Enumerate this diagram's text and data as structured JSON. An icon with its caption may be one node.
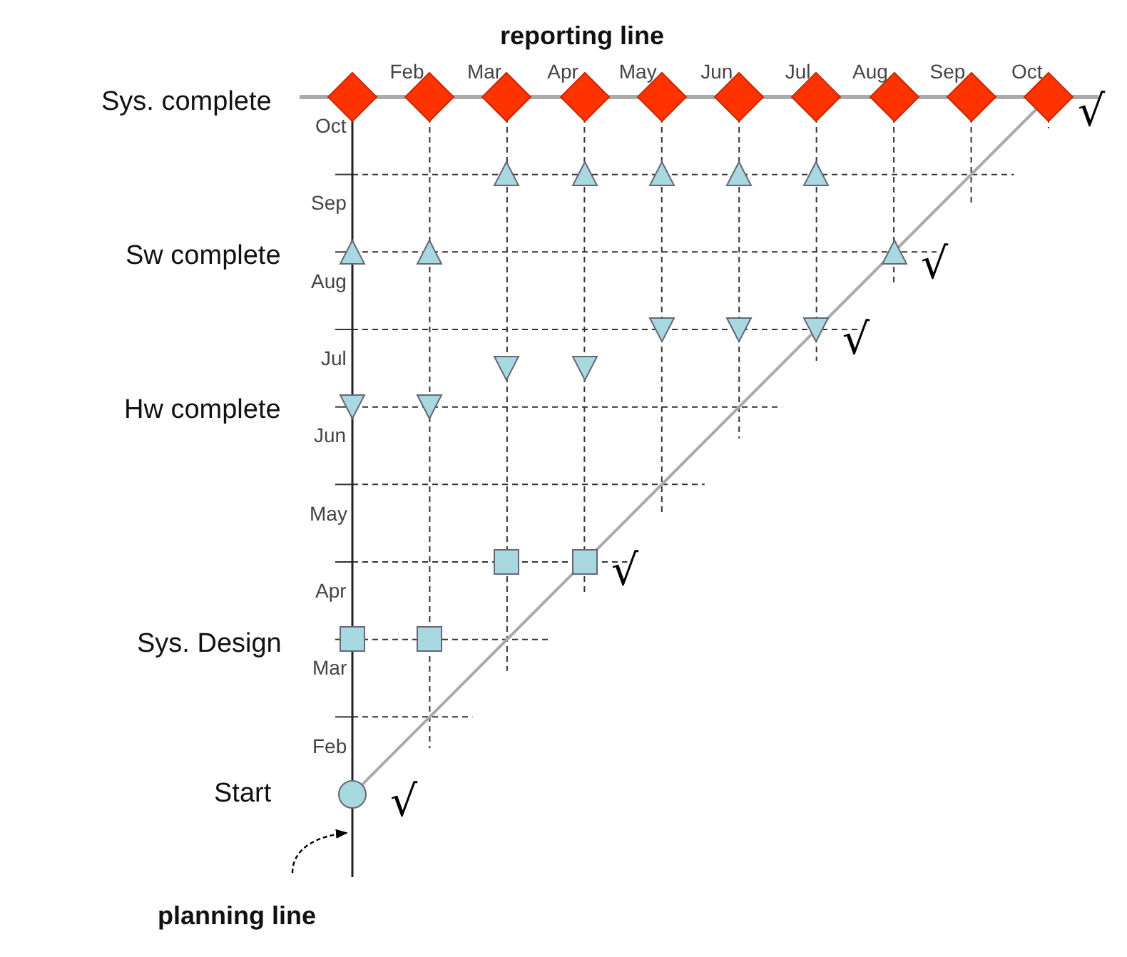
{
  "diagram": {
    "nodes": [
      {
        "text": [],
        "shape": "diamond"
      },
      {
        "text": [],
        "shape": "diamond"
      },
      {
        "text": [],
        "shape": "diamond"
      },
      {
        "text": [],
        "shape": "diamond"
      },
      {
        "text": [],
        "shape": "diamond"
      },
      {
        "text": [],
        "shape": "diamond"
      },
      {
        "text": [],
        "shape": "diamond"
      },
      {
        "text": [],
        "shape": "diamond"
      },
      {
        "text": [],
        "shape": "diamond"
      },
      {
        "text": [],
        "shape": "diamond"
      },
      {
        "text": [],
        "shape": "triangle"
      },
      {
        "text": [],
        "shape": "triangle"
      },
      {
        "text": [],
        "shape": "triangle"
      },
      {
        "text": [],
        "shape": "triangle"
      },
      {
        "text": [],
        "shape": "triangle"
      },
      {
        "text": [],
        "shape": "triangle"
      },
      {
        "text": [],
        "shape": "triangle"
      },
      {
        "text": [],
        "shape": "triangle"
      },
      {
        "text": [],
        "shape": "inverted-triangle"
      },
      {
        "text": [],
        "shape": "inverted-triangle"
      },
      {
        "text": [],
        "shape": "inverted-triangle"
      },
      {
        "text": [],
        "shape": "inverted-triangle"
      },
      {
        "text": [],
        "shape": "inverted-triangle"
      },
      {
        "text": [],
        "shape": "inverted-triangle"
      },
      {
        "text": [],
        "shape": "inverted-triangle"
      },
      {
        "text": [],
        "shape": "square"
      },
      {
        "text": [],
        "shape": "square"
      },
      {
        "text": [],
        "shape": "square"
      },
      {
        "text": [],
        "shape": "square"
      },
      {
        "text": [],
        "shape": "circle"
      }
    ],
    "labels": [
      "reporting line",
      "Feb",
      "Mar",
      "Apr",
      "May",
      "Jun",
      "Jul",
      "Aug",
      "Sep",
      "Oct",
      "Sys. complete",
      "√",
      "Oct",
      "Sep",
      "Sw complete",
      "√",
      "Aug",
      "√",
      "Jul",
      "Hw complete",
      "Jun",
      "May",
      "√",
      "Apr",
      "Sys. Design",
      "Mar",
      "Feb",
      "Start",
      "√",
      "planning line"
    ]
  }
}
